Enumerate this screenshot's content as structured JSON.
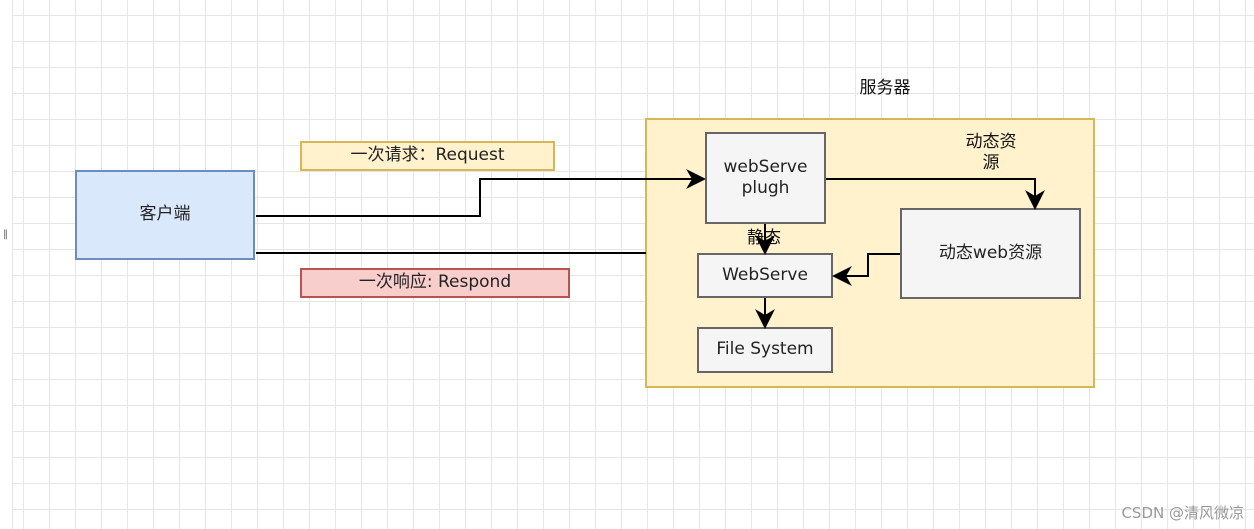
{
  "diagram": {
    "client_label": "客户端",
    "request_label": "一次请求：Request",
    "respond_label": "一次响应: Respond",
    "server_title": "服务器",
    "plugin_label": "webServe\nplugh",
    "webserve_label": "WebServe",
    "file_system_label": "File System",
    "dynamic_web_label": "动态web资源",
    "dynamic_caption": "动态资\n源",
    "static_caption": "静态",
    "watermark": "CSDN @清风微凉"
  },
  "colors": {
    "client_fill": "#dae8fc",
    "client_border": "#6c8ebf",
    "request_fill": "#fff2cc",
    "request_border": "#d6b656",
    "respond_fill": "#f8cecc",
    "respond_border": "#b85450",
    "server_fill": "#fff2cc",
    "server_border": "#d6b656",
    "node_fill": "#f5f5f5",
    "node_border": "#666666",
    "line": "#000000",
    "grid": "#e6e6e6"
  }
}
